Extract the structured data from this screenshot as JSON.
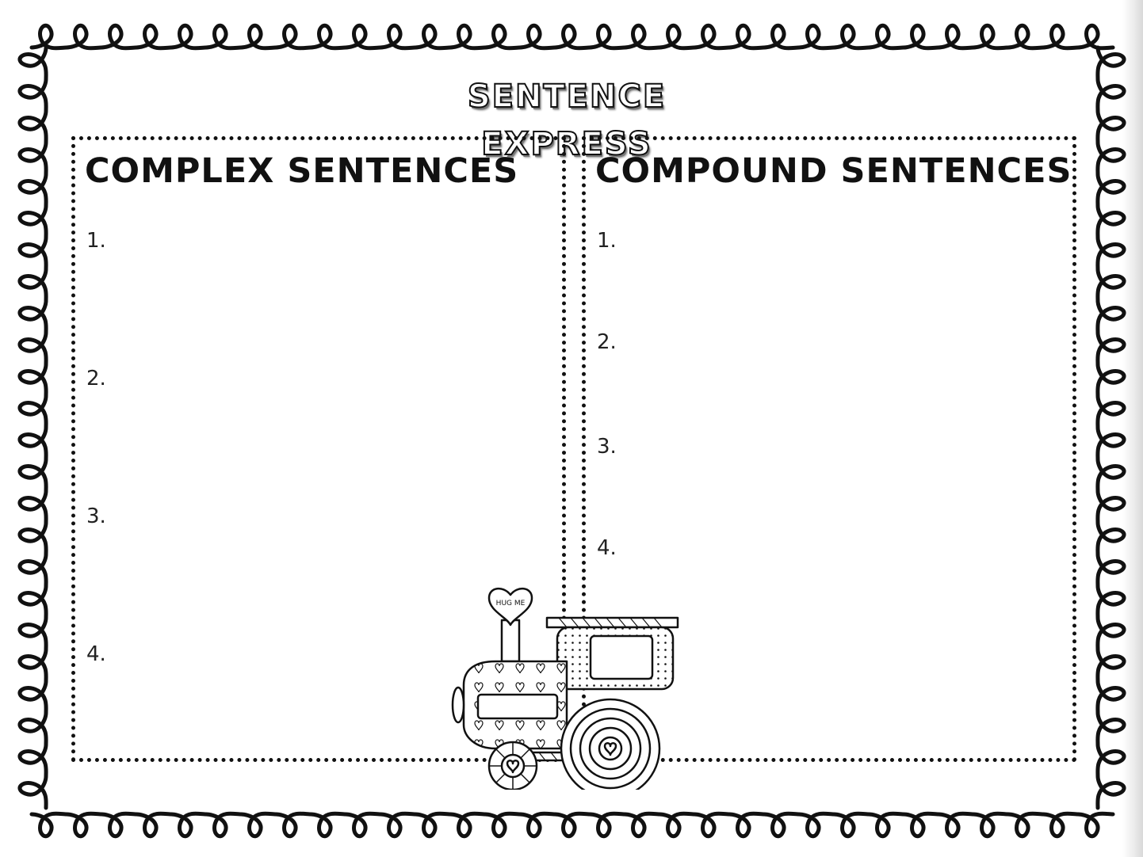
{
  "title": "SENTENCE EXPRESS",
  "left": {
    "heading": "COMPLEX SENTENCES",
    "numbers": [
      "1.",
      "2.",
      "3.",
      "4."
    ]
  },
  "right": {
    "heading": "COMPOUND SENTENCES",
    "numbers": [
      "1.",
      "2.",
      "3.",
      "4."
    ]
  },
  "train": {
    "heart_text": "HUG ME"
  }
}
